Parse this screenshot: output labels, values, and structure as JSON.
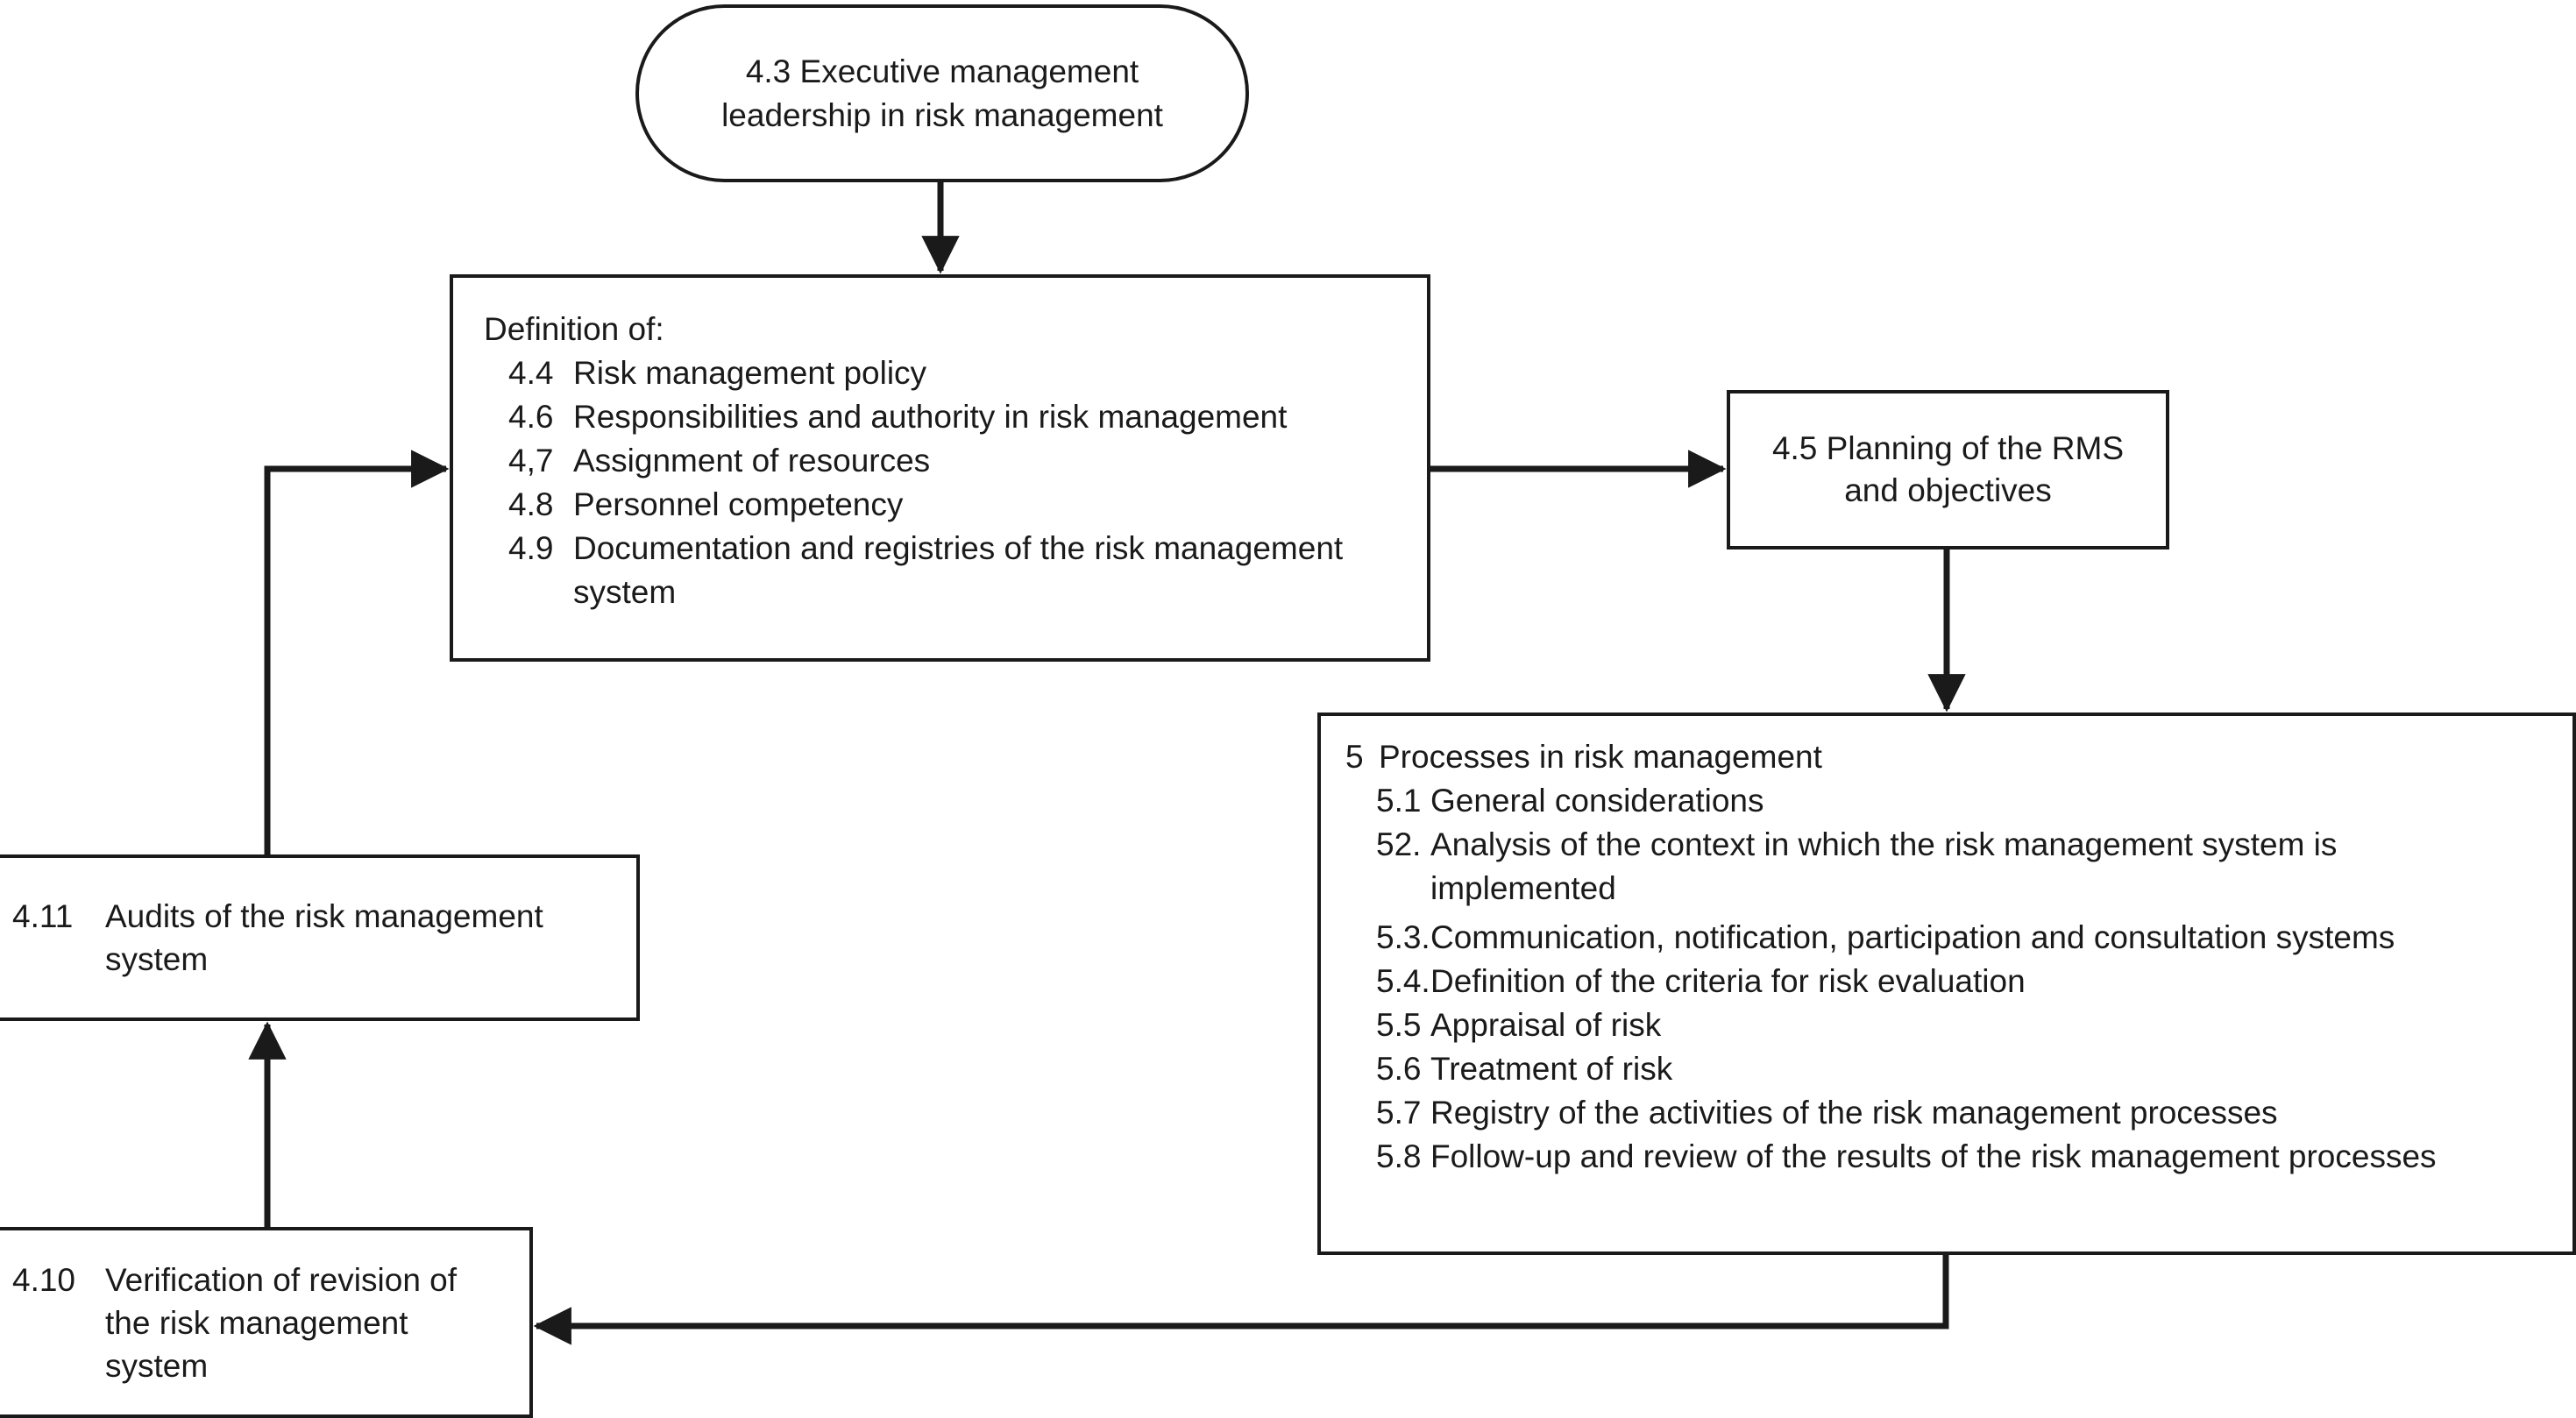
{
  "diagram": {
    "title": "Risk management system flowchart",
    "line_color": "#1a1a1a",
    "background": "#ffffff"
  },
  "nodes": {
    "executive_leadership": {
      "shape": "rounded-oval",
      "lines": [
        "4.3 Executive management",
        "leadership in risk management"
      ]
    },
    "definition": {
      "shape": "rectangle",
      "heading": "Definition of:",
      "items": [
        {
          "num": "4.4",
          "text": "Risk management policy"
        },
        {
          "num": "4.6",
          "text": "Responsibilities and authority in risk management"
        },
        {
          "num": "4,7",
          "text": "Assignment of resources"
        },
        {
          "num": "4.8",
          "text": "Personnel competency"
        },
        {
          "num": "4.9",
          "text": "Documentation and registries of the risk management system"
        }
      ]
    },
    "planning": {
      "shape": "rectangle",
      "lines": [
        "4.5 Planning of the RMS",
        "and objectives"
      ]
    },
    "processes": {
      "shape": "rectangle",
      "heading_num": "5",
      "heading_text": "Processes in risk management",
      "items": [
        {
          "num": "5.1",
          "text": "General considerations"
        },
        {
          "num": "52.",
          "text": "Analysis of the context in which the risk management system is implemented"
        },
        {
          "num": "5.3.",
          "text": "Communication, notification, participation and consultation systems"
        },
        {
          "num": "5.4.",
          "text": "Definition of the criteria for risk evaluation"
        },
        {
          "num": "5.5",
          "text": "Appraisal of risk"
        },
        {
          "num": "5.6",
          "text": "Treatment of risk"
        },
        {
          "num": "5.7",
          "text": "Registry of the activities of the risk management processes"
        },
        {
          "num": "5.8",
          "text": "Follow-up and review of the results of the risk management processes"
        }
      ]
    },
    "audits": {
      "shape": "rectangle",
      "num": "4.11",
      "text": "Audits of the risk management system"
    },
    "verification": {
      "shape": "rectangle",
      "num": "4.10",
      "text": "Verification of revision of the risk management system"
    }
  },
  "edges": [
    {
      "id": "executive-to-definition",
      "from": "executive_leadership",
      "to": "definition",
      "direction": "down"
    },
    {
      "id": "definition-to-planning",
      "from": "definition",
      "to": "planning",
      "direction": "right"
    },
    {
      "id": "planning-to-processes",
      "from": "planning",
      "to": "processes",
      "direction": "down"
    },
    {
      "id": "processes-to-verification",
      "from": "processes",
      "to": "verification",
      "direction": "left"
    },
    {
      "id": "verification-to-audits",
      "from": "verification",
      "to": "audits",
      "direction": "up"
    },
    {
      "id": "audits-to-definition",
      "from": "audits",
      "to": "definition",
      "direction": "up-right"
    }
  ]
}
